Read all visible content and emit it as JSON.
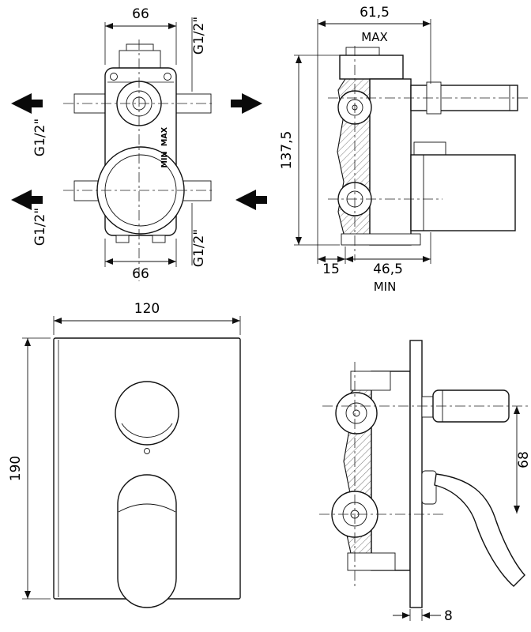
{
  "colors": {
    "line": "#111111",
    "background": "#ffffff"
  },
  "front_rough": {
    "dim_top": "66",
    "dim_bottom": "66",
    "g_labels": [
      "G1/2\"",
      "G1/2\"",
      "G1/2\"",
      "G1/2\""
    ],
    "max_label": "MAX",
    "min_label": "MIN"
  },
  "side_rough": {
    "dim_top": "61,5",
    "max_label": "MAX",
    "dim_height": "137,5",
    "dim_offset": "15",
    "dim_depth": "46,5",
    "min_label": "MIN"
  },
  "front_trim": {
    "dim_width": "120",
    "dim_height": "190"
  },
  "side_trim": {
    "dim_height": "68",
    "dim_thickness": "8"
  }
}
